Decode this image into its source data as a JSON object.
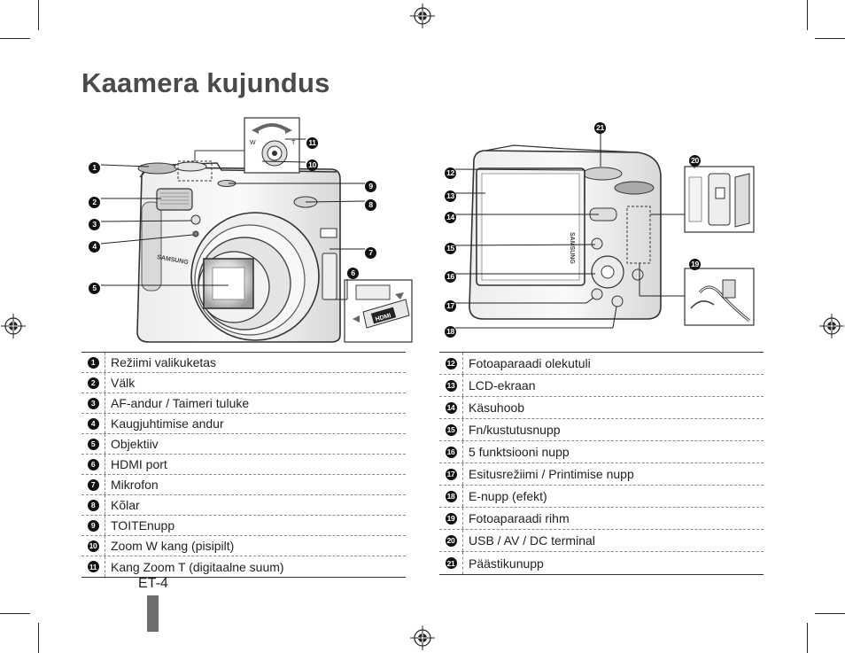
{
  "page": {
    "title": "Kaamera kujundus",
    "page_number": "ET-4"
  },
  "left_table": [
    {
      "num": "1",
      "label": "Režiimi valikuketas"
    },
    {
      "num": "2",
      "label": "Välk"
    },
    {
      "num": "3",
      "label": "AF-andur / Taimeri tuluke"
    },
    {
      "num": "4",
      "label": "Kaugjuhtimise andur"
    },
    {
      "num": "5",
      "label": "Objektiiv"
    },
    {
      "num": "6",
      "label": "HDMI port"
    },
    {
      "num": "7",
      "label": "Mikrofon"
    },
    {
      "num": "8",
      "label": "Kõlar"
    },
    {
      "num": "9",
      "label": "TOITEnupp"
    },
    {
      "num": "10",
      "label": "Zoom W kang (pisipilt)"
    },
    {
      "num": "11",
      "label": "Kang Zoom T (digitaalne suum)"
    }
  ],
  "right_table": [
    {
      "num": "12",
      "label": "Fotoaparaadi olekutuli"
    },
    {
      "num": "13",
      "label": "LCD-ekraan"
    },
    {
      "num": "14",
      "label": "Käsuhoob"
    },
    {
      "num": "15",
      "label": "Fn/kustutusnupp"
    },
    {
      "num": "16",
      "label": "5 funktsiooni nupp"
    },
    {
      "num": "17",
      "label": "Esitusrežiimi / Printimise nupp"
    },
    {
      "num": "18",
      "label": "E-nupp (efekt)"
    },
    {
      "num": "19",
      "label": "Fotoaparaadi rihm"
    },
    {
      "num": "20",
      "label": "USB / AV / DC terminal"
    },
    {
      "num": "21",
      "label": "Päästikunupp"
    }
  ],
  "illustration": {
    "brand_text": "SAMSUNG",
    "hdmi_text": "HDMI",
    "zoom_w": "W",
    "zoom_t": "T"
  }
}
